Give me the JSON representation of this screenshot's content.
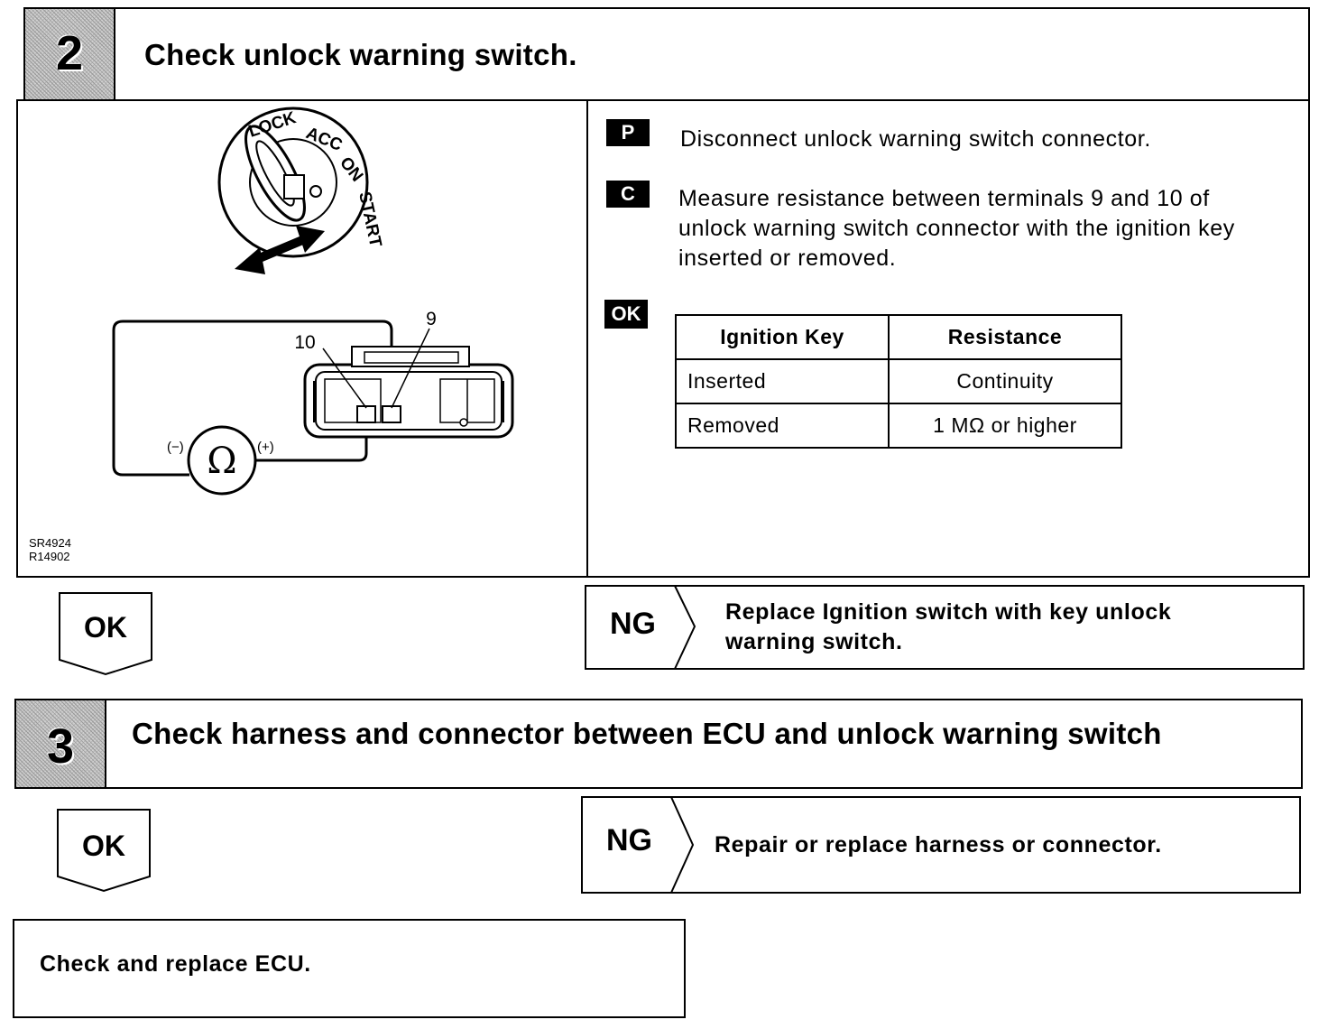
{
  "step2": {
    "number": "2",
    "title": "Check unlock warning switch.",
    "figure": {
      "ignition_positions": [
        "LOCK",
        "ACC",
        "ON",
        "START"
      ],
      "terminal_10": "10",
      "terminal_9": "9",
      "minus": "(−)",
      "plus": "(+)",
      "ohm_symbol": "Ω",
      "code_line1": "SR4924",
      "code_line2": "R14902"
    },
    "p_badge": "P",
    "p_text": "Disconnect unlock warning switch connector.",
    "c_badge": "C",
    "c_text": "Measure resistance between terminals 9 and 10 of unlock warning switch connector with the ignition key inserted or removed.",
    "ok_badge": "OK",
    "table": {
      "headers": [
        "Ignition Key",
        "Resistance"
      ],
      "rows": [
        [
          "Inserted",
          "Continuity"
        ],
        [
          "Removed",
          "1 MΩ or higher"
        ]
      ]
    },
    "ok_label": "OK",
    "ng_label": "NG",
    "ng_action": "Replace Ignition switch with key unlock warning switch."
  },
  "step3": {
    "number": "3",
    "title": "Check harness and connector between ECU and unlock warning switch",
    "ok_label": "OK",
    "ng_label": "NG",
    "ng_action": "Repair or replace harness or connector."
  },
  "final": {
    "text": "Check and replace ECU."
  }
}
